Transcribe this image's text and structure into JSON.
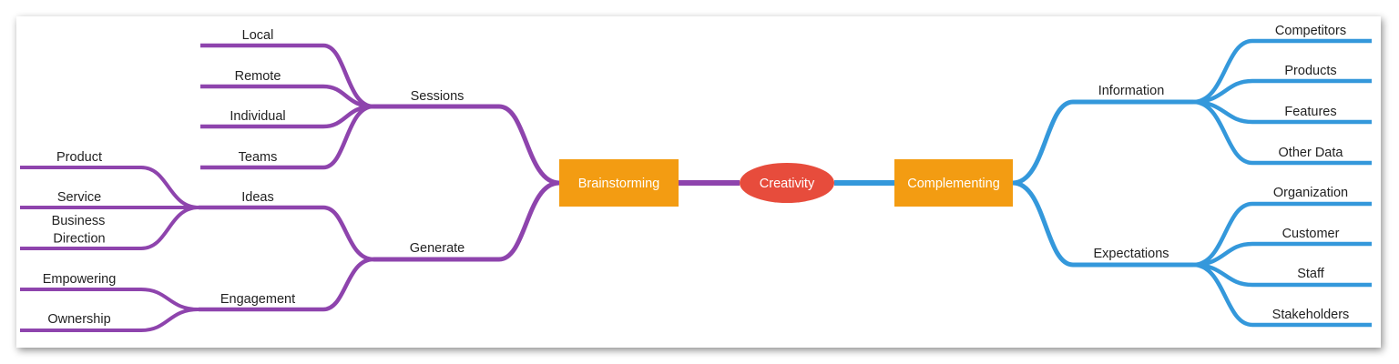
{
  "colors": {
    "left_branch": "#8E44AD",
    "right_branch": "#3498DB",
    "center_fill": "#E74C3C",
    "main_node_fill": "#F39C12",
    "node_text": "#FFFFFF",
    "label_text": "#222222"
  },
  "mindmap": {
    "center": {
      "label": "Creativity"
    },
    "left": {
      "label": "Brainstorming",
      "children": [
        {
          "label": "Sessions",
          "children": [
            {
              "label": "Local"
            },
            {
              "label": "Remote"
            },
            {
              "label": "Individual"
            },
            {
              "label": "Teams"
            }
          ]
        },
        {
          "label": "Generate",
          "children": [
            {
              "label": "Ideas",
              "children": [
                {
                  "label": "Product"
                },
                {
                  "label": "Service"
                },
                {
                  "label": "Business Direction",
                  "lines": [
                    "Business",
                    "Direction"
                  ]
                }
              ]
            },
            {
              "label": "Engagement",
              "children": [
                {
                  "label": "Empowering"
                },
                {
                  "label": "Ownership"
                }
              ]
            }
          ]
        }
      ]
    },
    "right": {
      "label": "Complementing",
      "children": [
        {
          "label": "Information",
          "children": [
            {
              "label": "Competitors"
            },
            {
              "label": "Products"
            },
            {
              "label": "Features"
            },
            {
              "label": "Other Data"
            }
          ]
        },
        {
          "label": "Expectations",
          "children": [
            {
              "label": "Organization"
            },
            {
              "label": "Customer"
            },
            {
              "label": "Staff"
            },
            {
              "label": "Stakeholders"
            }
          ]
        }
      ]
    }
  }
}
